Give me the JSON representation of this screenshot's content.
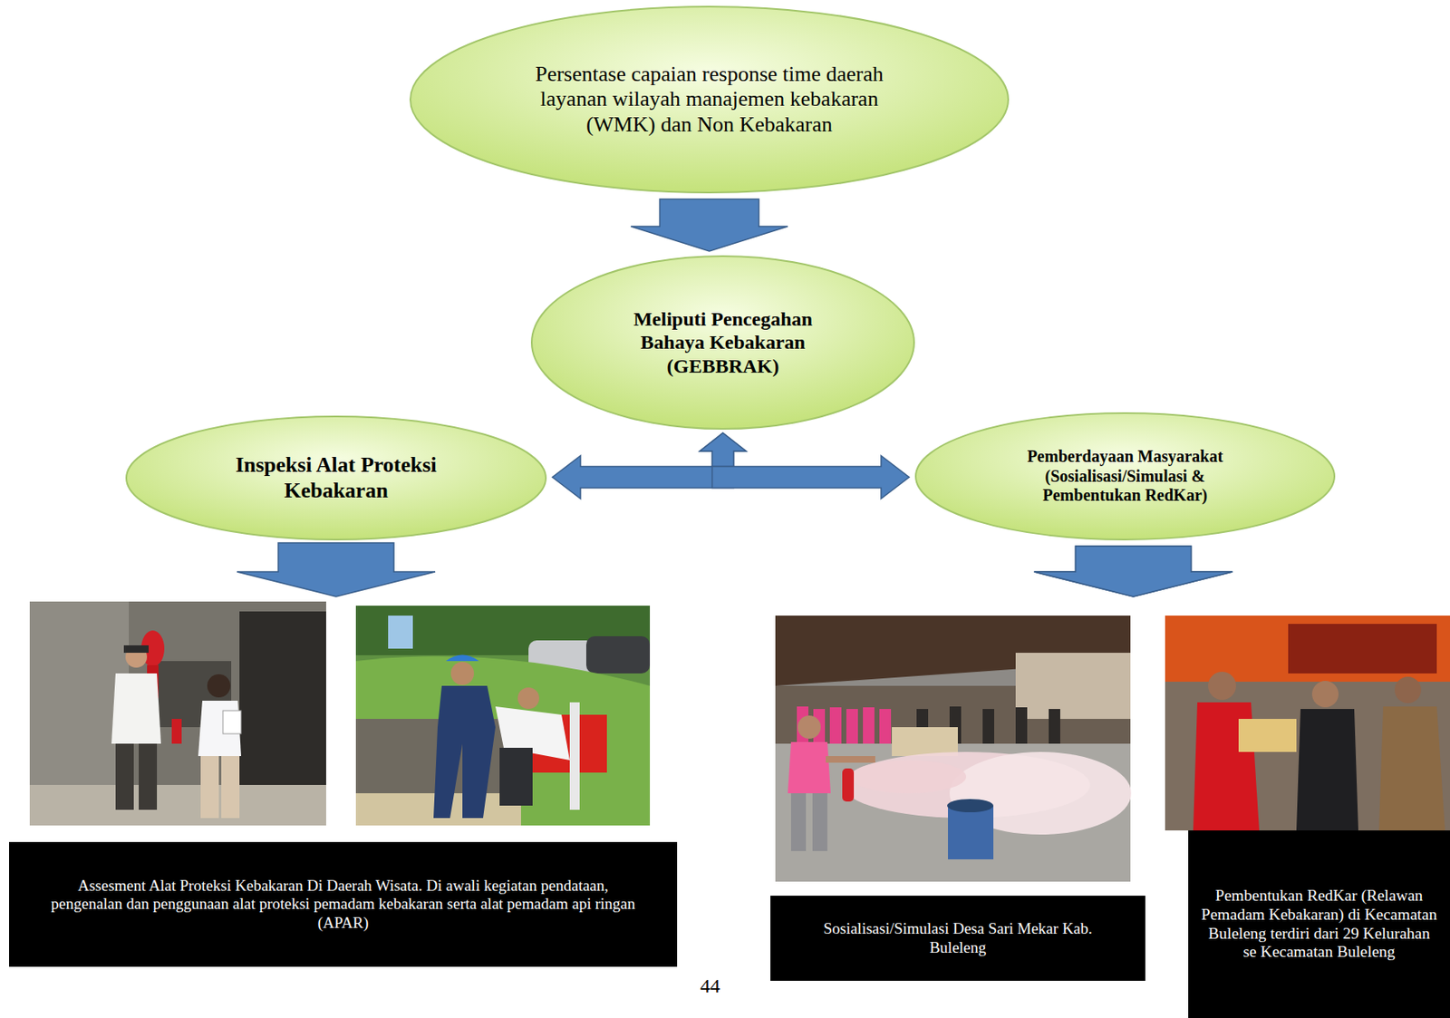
{
  "diagram": {
    "nodes": [
      {
        "text": [
          "Persentase capaian response time daerah layanan wilayah manajemen kebakaran (WMK) dan Non Kebakaran"
        ]
      },
      {
        "text": [
          "Meliputi Pencegahan Bahaya Kebakaran (GEBBRAK)"
        ]
      },
      {
        "text": [
          "Inspeksi Alat Proteksi Kebakaran"
        ]
      },
      {
        "text": [
          "Pemberdayaan Masyarakat (Sosialisasi/Simulasi & Pembentukan RedKar)"
        ]
      },
      {
        "text": [
          "Assesment Alat Proteksi Kebakaran Di Daerah Wisata. Di awali kegiatan pendataan, pengenalan dan penggunaan alat proteksi pemadam kebakaran serta alat pemadam api ringan (APAR)"
        ]
      },
      {
        "text": [
          "Sosialisasi/Simulasi Desa Sari Mekar Kab. Buleleng"
        ]
      },
      {
        "text": [
          "Pembentukan RedKar (Relawan Pemadam Kebakaran) di Kecamatan Buleleng terdiri dari 29 Kelurahan se Kecamatan Buleleng"
        ]
      }
    ],
    "edges": [
      {
        "from": 0,
        "to": 1,
        "arrow": "to"
      },
      {
        "from": 1,
        "to": 2,
        "arrow": "both"
      },
      {
        "from": 1,
        "to": 3,
        "arrow": "both"
      },
      {
        "from": 2,
        "to": 4,
        "arrow": "to"
      },
      {
        "from": 3,
        "to": 5,
        "arrow": "to"
      },
      {
        "from": 3,
        "to": 6,
        "arrow": "to"
      }
    ],
    "labels": [
      "44"
    ]
  }
}
